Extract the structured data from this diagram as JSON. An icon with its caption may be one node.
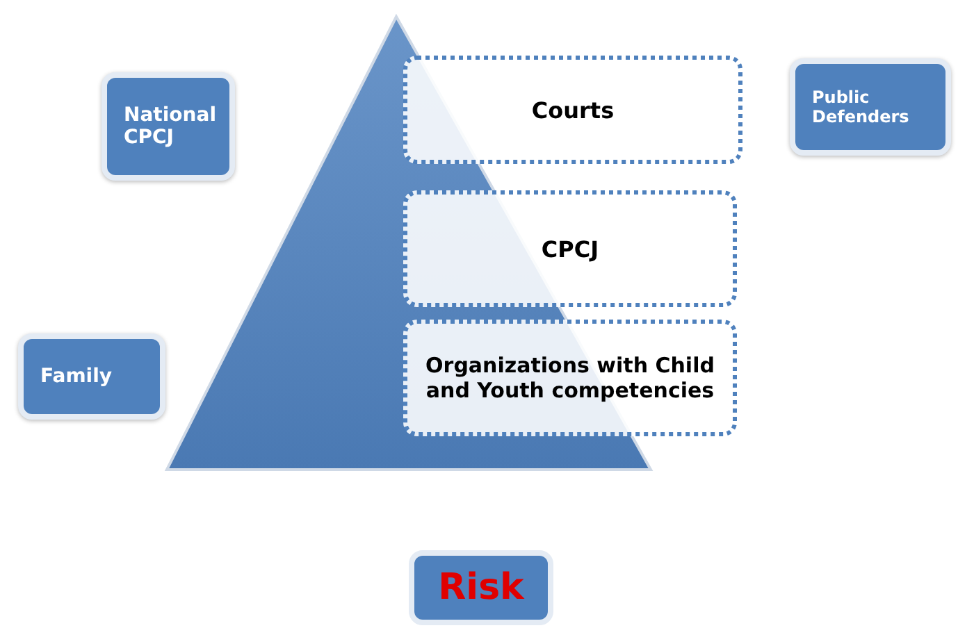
{
  "diagram": {
    "nodes": [
      {
        "text": [
          "National CPCJ"
        ]
      },
      {
        "text": [
          "Courts"
        ]
      },
      {
        "text": [
          "Public Defenders"
        ]
      },
      {
        "text": [
          "CPCJ"
        ]
      },
      {
        "text": [
          "Family"
        ]
      },
      {
        "text": [
          "Organizations with Child and Youth competencies"
        ]
      },
      {
        "text": [
          "Risk"
        ]
      }
    ],
    "edges": []
  }
}
